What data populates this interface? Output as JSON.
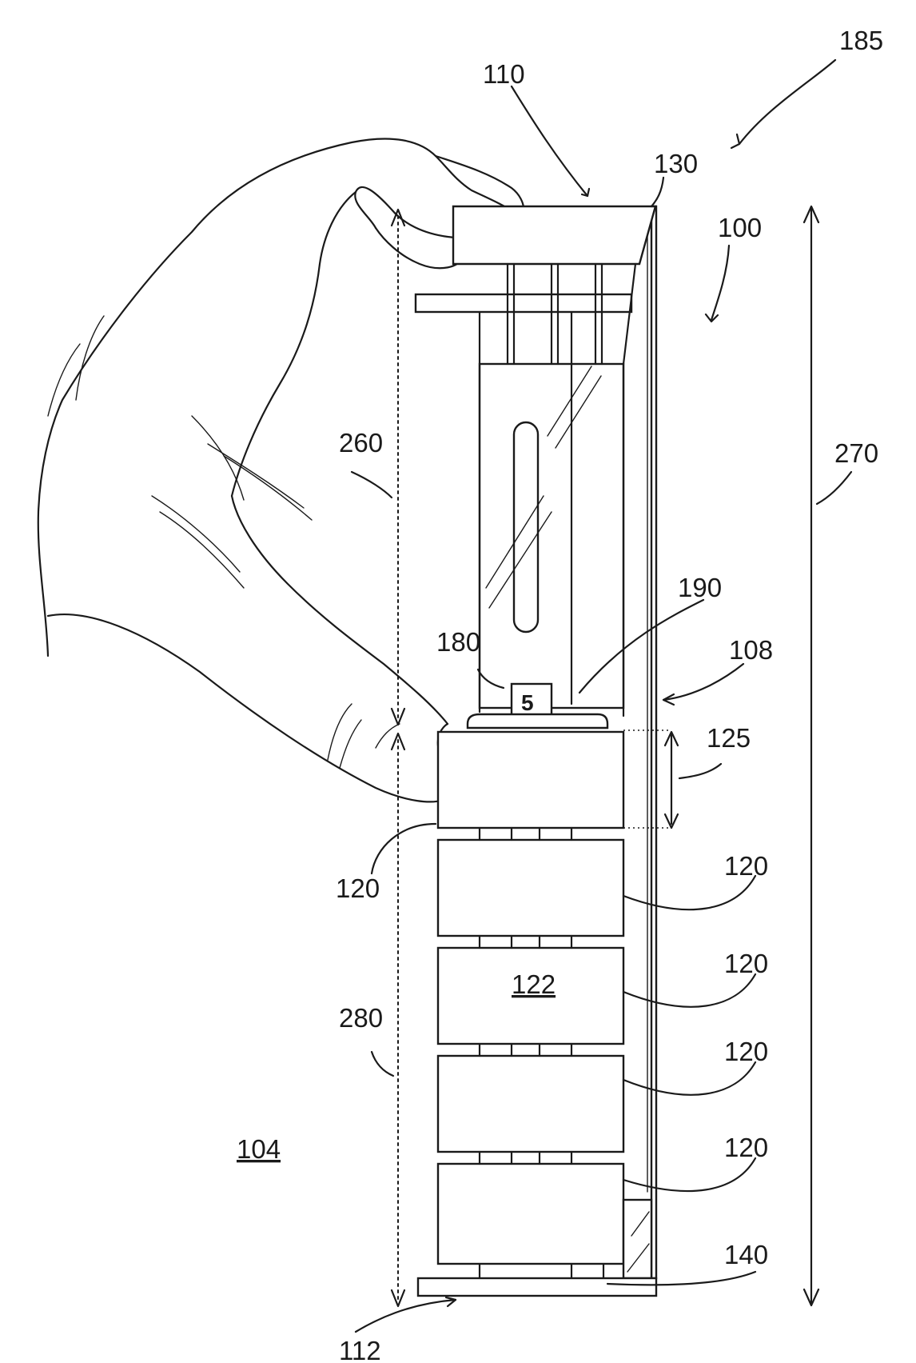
{
  "figure": {
    "labels": {
      "system": "185",
      "top_end": "110",
      "cap": "130",
      "device": "100",
      "upper_dimension": "260",
      "total_dimension": "270",
      "indicator": "190",
      "window": "180",
      "side_wall": "108",
      "module_height": "125",
      "module_a": "120",
      "module_b": "120",
      "module_c": "120",
      "module_d": "120",
      "module_e": "120",
      "module_body": "122",
      "lower_dimension": "280",
      "surface": "104",
      "base": "140",
      "bottom_end": "112"
    },
    "display_value": "5"
  }
}
